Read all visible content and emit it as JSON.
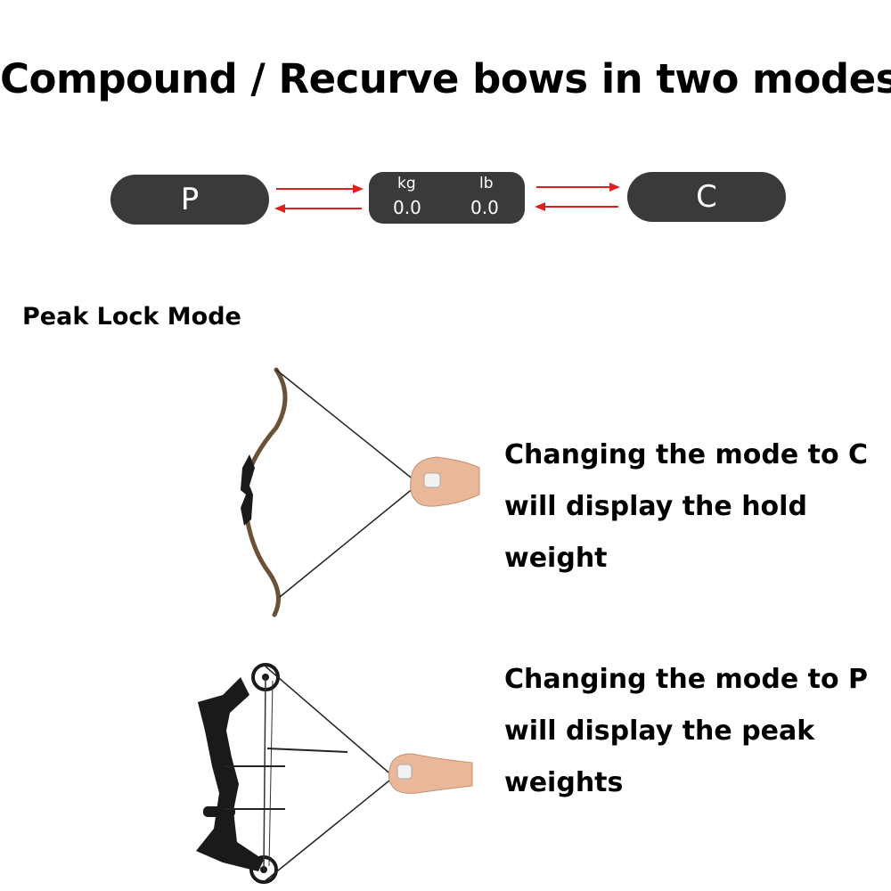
{
  "title": "Compound / Recurve bows in two modes",
  "mode_display": {
    "left_mode": "P",
    "right_mode": "C",
    "kg_label": "kg",
    "lb_label": "lb",
    "kg_value": "0.0",
    "lb_value": "0.0"
  },
  "section_heading": "Peak Lock Mode",
  "descriptions": {
    "recurve": "Changing the mode to C\nwill display the hold\nweight",
    "compound": "Changing the mode to P\nwill display the peak\nweights"
  },
  "colors": {
    "pill": "#3a3a3a",
    "arrow": "#e02020"
  }
}
